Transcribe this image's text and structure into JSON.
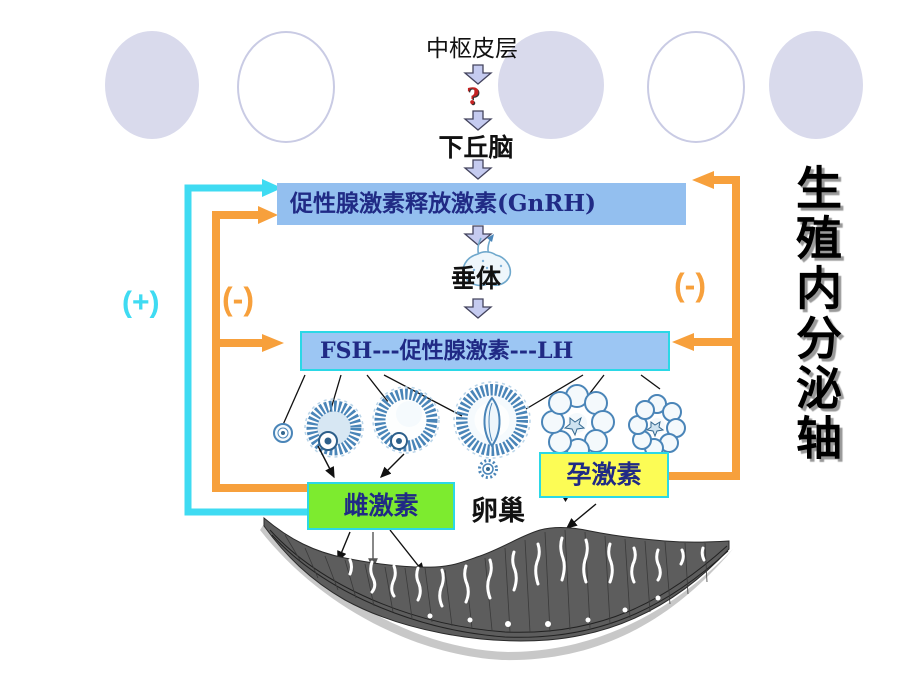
{
  "slide": {
    "title_vertical": "生殖内分泌轴",
    "flow": {
      "cortex": "中枢皮层",
      "uncertain_link": "?",
      "hypothalamus": "下丘脑",
      "gnrh": "促性腺激素释放激素(GnRH)",
      "pituitary": "垂体",
      "fsh_lh": "FSH---促性腺激素---LH",
      "ovary": "卵巢",
      "estrogen": "雌激素",
      "progesterone": "孕激素"
    },
    "feedback": {
      "positive": "(+)",
      "negative_left": "(-)",
      "negative_right": "(-)"
    },
    "colors": {
      "positive_cyan": "#3fdbf2",
      "negative_orange": "#f7a03c",
      "hormone_box_blue": "#93bfef",
      "estrogen_green": "#7deb2f",
      "progesterone_yellow": "#fcfc55",
      "box_border_cyan": "#2bd8e6",
      "box_text_navy": "#202a85",
      "decor_circle_lavender": "#d9daec",
      "sketch_blue": "#4a85b8"
    }
  }
}
